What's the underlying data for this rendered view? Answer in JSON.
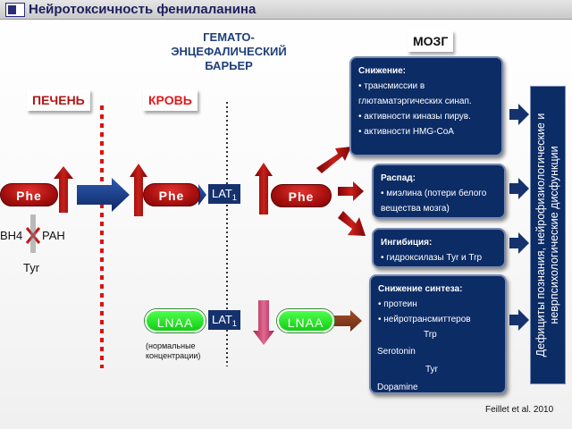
{
  "title": {
    "text": "Нейротоксичность фенилаланина"
  },
  "regions": {
    "liver": "ПЕЧЕНЬ",
    "blood": "КРОВЬ",
    "brain": "МОЗГ",
    "bbb": "ГЕМАТО-ЭНЦЕФАЛИЧЕСКИЙ БАРЬЕР"
  },
  "nodes": {
    "phe_liver": "Phe",
    "phe_blood": "Phe",
    "phe_brain": "Phe",
    "lnaa_blood": "LNAA",
    "lnaa_brain": "LNAA",
    "transporter_name": "LAT",
    "transporter_sub": "1",
    "bh4": "BH4",
    "pah": "PAH",
    "tyr": "Tyr",
    "lnaa_note": "(нормальные концентрации)"
  },
  "boxes": {
    "decrease": {
      "title": "Снижение:",
      "items": [
        "трансмиссии в глютаматэргических синап.",
        "активности киназы пирув.",
        "активности HMG-CoA"
      ]
    },
    "breakdown": {
      "title": "Распад:",
      "items": [
        "миэлина (потери белого вещества мозга)"
      ]
    },
    "inhibition": {
      "title": "Ингибиция:",
      "items": [
        "гидроксилазы Tyr и Trp"
      ]
    },
    "synthesis": {
      "title": "Снижение синтеза:",
      "items": [
        "протеин",
        "нейротрансмиттеров"
      ],
      "trp": "Trp",
      "serotonin": "Serotonin",
      "tyr": "Tyr",
      "dopamine": "Dopamine"
    }
  },
  "side_label": "Дефициты познания, нейрофизиологические и неврпсихологические дисфункции",
  "citation": "Feillet et al. 2010",
  "colors": {
    "navy": "#16326e",
    "box_navy": "#0c2c66",
    "phe_red": "#b0110e",
    "lnaa_green": "#22dd22",
    "arrow_red": "#a8100e",
    "pink": "#d04a7a",
    "barrier_red": "#dd1111",
    "liver_label": "#b01515",
    "blood_label": "#e01a1a",
    "brain_label": "#111111"
  }
}
